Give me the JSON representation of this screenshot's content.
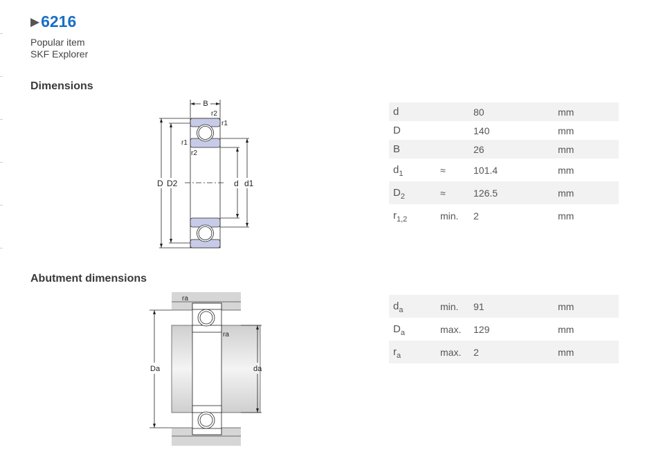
{
  "product": {
    "designation": "6216",
    "tag": "Popular item",
    "series": "SKF Explorer"
  },
  "sections": {
    "dimensions": "Dimensions",
    "abutment": "Abutment dimensions"
  },
  "diagram1_labels": {
    "B": "B",
    "r2": "r2",
    "r1": "r1",
    "D": "D",
    "D2": "D2",
    "d": "d",
    "d1": "d1"
  },
  "diagram2_labels": {
    "ra": "ra",
    "Da": "Da",
    "da": "da"
  },
  "dimensions": [
    {
      "symbol": "d",
      "sub": "",
      "qualifier": "",
      "value": "80",
      "unit": "mm"
    },
    {
      "symbol": "D",
      "sub": "",
      "qualifier": "",
      "value": "140",
      "unit": "mm"
    },
    {
      "symbol": "B",
      "sub": "",
      "qualifier": "",
      "value": "26",
      "unit": "mm"
    },
    {
      "symbol": "d",
      "sub": "1",
      "qualifier": "≈",
      "value": "101.4",
      "unit": "mm"
    },
    {
      "symbol": "D",
      "sub": "2",
      "qualifier": "≈",
      "value": "126.5",
      "unit": "mm"
    },
    {
      "symbol": "r",
      "sub": "1,2",
      "qualifier": "min.",
      "value": "2",
      "unit": "mm"
    }
  ],
  "abutment": [
    {
      "symbol": "d",
      "sub": "a",
      "qualifier": "min.",
      "value": "91",
      "unit": "mm"
    },
    {
      "symbol": "D",
      "sub": "a",
      "qualifier": "max.",
      "value": "129",
      "unit": "mm"
    },
    {
      "symbol": "r",
      "sub": "a",
      "qualifier": "max.",
      "value": "2",
      "unit": "mm"
    }
  ],
  "colors": {
    "accent": "#1a6fc4",
    "ring_fill": "#c8cbe8",
    "row_shade": "#f2f2f2",
    "housing": "#d6d6d6"
  }
}
